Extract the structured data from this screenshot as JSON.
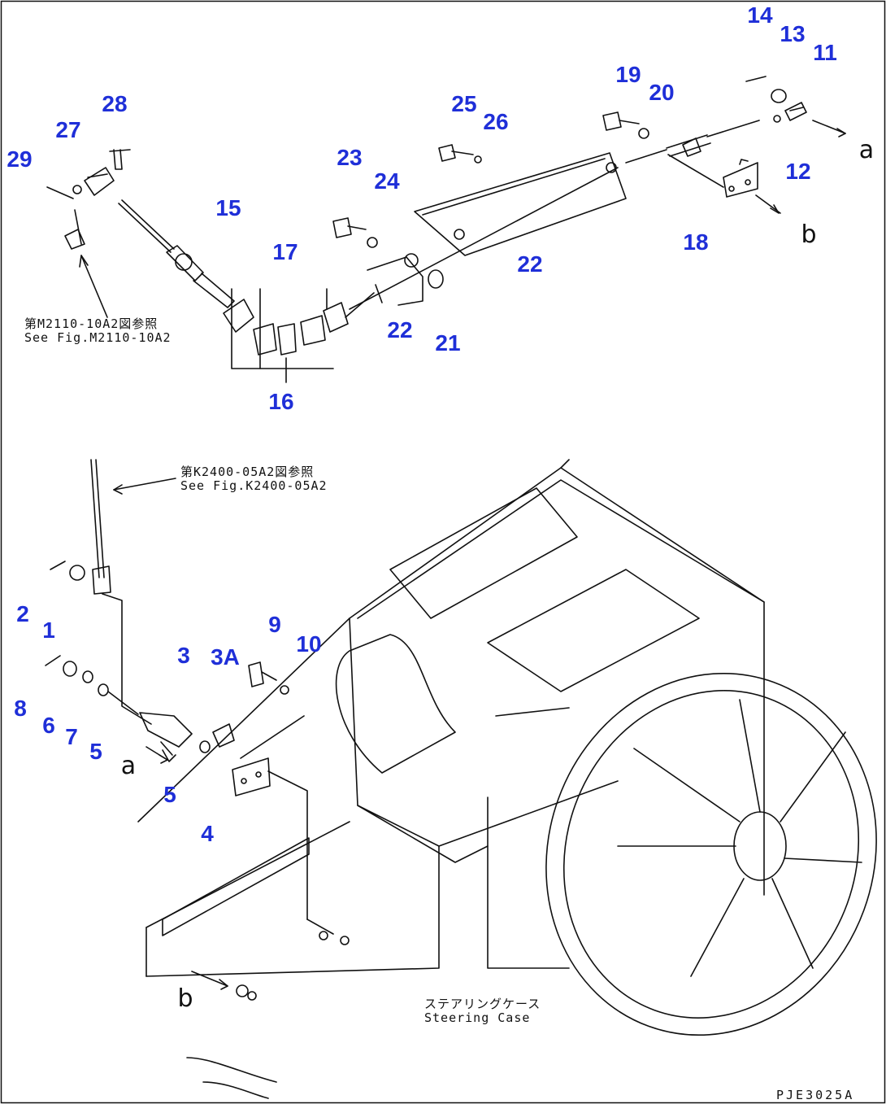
{
  "callouts": [
    "28",
    "27",
    "29",
    "15",
    "17",
    "16",
    "23",
    "24",
    "25",
    "26",
    "22",
    "22",
    "21",
    "19",
    "20",
    "14",
    "13",
    "11",
    "12",
    "18",
    "2",
    "1",
    "8",
    "6",
    "7",
    "5",
    "3",
    "3A",
    "9",
    "10",
    "5",
    "4"
  ],
  "notes": {
    "top_ref_jp": "第M2110-10A2図参照",
    "top_ref_en": "See Fig.M2110-10A2",
    "mid_ref_jp": "第K2400-05A2図参照",
    "mid_ref_en": "See Fig.K2400-05A2",
    "case_jp": "ステアリングケース",
    "case_en": "Steering Case"
  },
  "markers": {
    "a_top": "a",
    "b_top": "b",
    "a_bottom": "a",
    "b_bottom": "b"
  },
  "figure_code": "PJE3025A",
  "colors": {
    "callout": "#1f2fd8",
    "line": "#111111"
  }
}
